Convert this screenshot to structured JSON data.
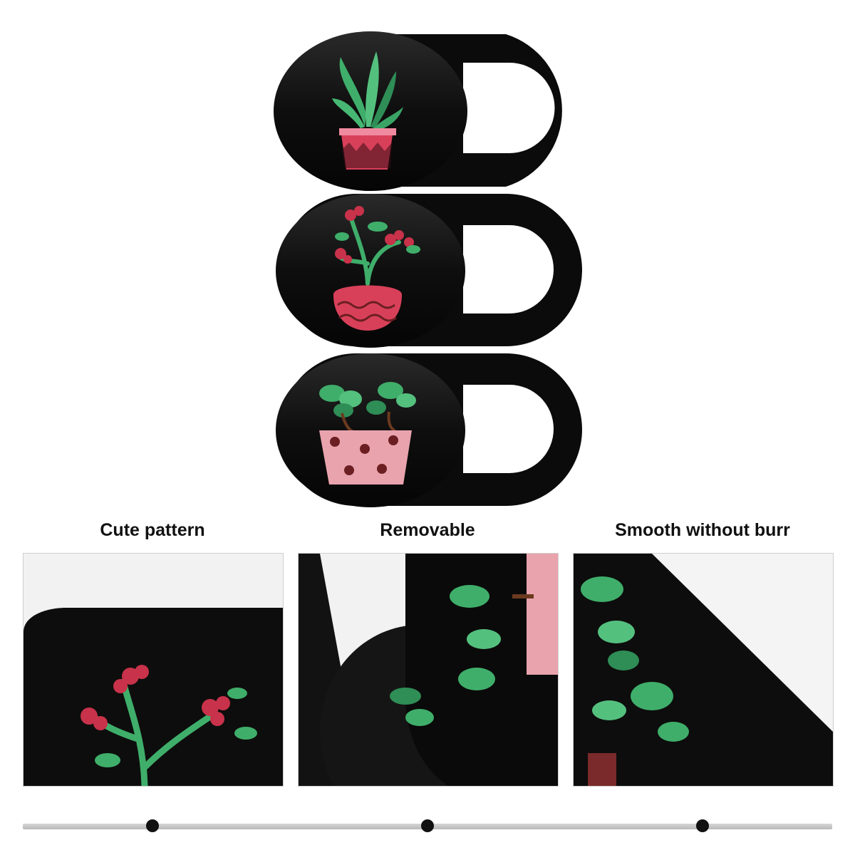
{
  "features": [
    {
      "label": "Cute pattern"
    },
    {
      "label": "Removable"
    },
    {
      "label": "Smooth without burr"
    }
  ],
  "product": {
    "covers": [
      {
        "design": "succulent in red-white pot"
      },
      {
        "design": "berry plant in round red pot"
      },
      {
        "design": "leafy plant in pink polka-dot pot"
      }
    ]
  },
  "colors": {
    "cover_black": "#0d0d0d",
    "leaf_green": "#3fae6a",
    "pot_red": "#d8405a",
    "pot_pink": "#e9a3ad",
    "berry_red": "#c8324a",
    "dot_brown": "#6b1f22"
  }
}
